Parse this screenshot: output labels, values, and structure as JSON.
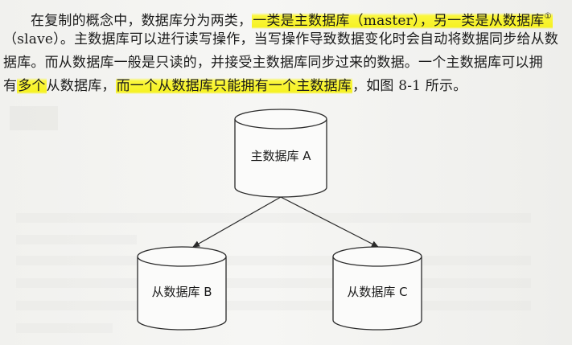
{
  "paragraph": {
    "line1": {
      "pre": "在复制的概念中，数据库分为两类，",
      "hl": "一类是主数据库（master），另一类是从数据库",
      "footnote": "①"
    },
    "line2": "（slave）。主数据库可以进行读写操作，当写操作导致数据变化时会自动将数据同步给从数",
    "line3": "据库。而从数据库一般是只读的，并接受主数据库同步过来的数据。一个主数据库可以拥",
    "line4": {
      "pre": "有",
      "hl1": "多个",
      "mid": "从数据库，",
      "hl2": "而一个从数据库只能拥有一个主数据库",
      "post": "，如图 8-1 所示。"
    }
  },
  "diagram": {
    "master_label": "主数据库 A",
    "slave_b_label": "从数据库 B",
    "slave_c_label": "从数据库 C"
  },
  "colors": {
    "highlight": "#f7f21c",
    "ink": "#1b1b1b",
    "paper": "#f3f3f1"
  }
}
